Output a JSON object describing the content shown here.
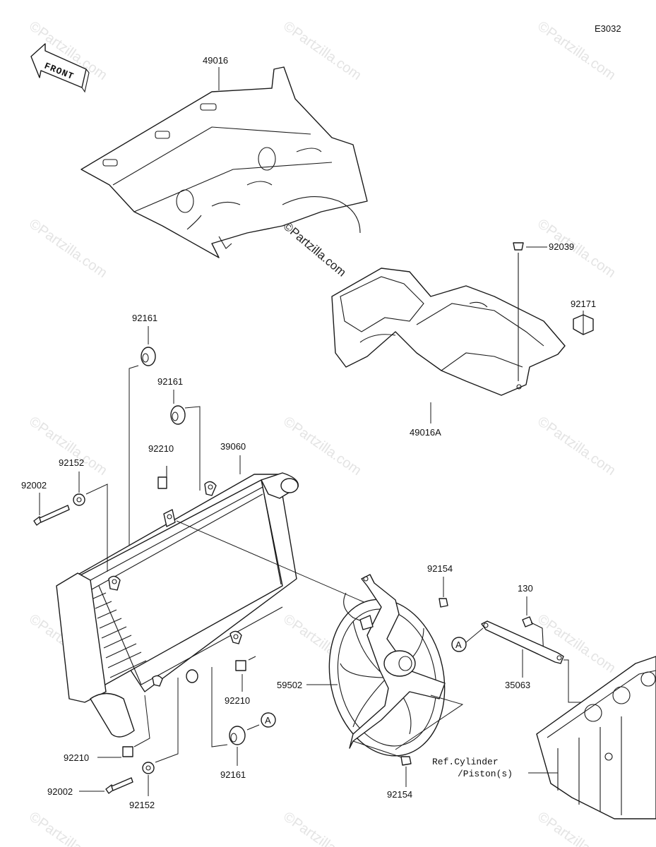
{
  "diagram_code": "E3032",
  "front_arrow_label": "FRONT",
  "watermark": "©Partzilla.com",
  "reference_note": {
    "line1": "Ref.Cylinder",
    "line2": "/Piston(s)"
  },
  "callout_letter": "A",
  "parts": {
    "cover_upper": "49016",
    "cover_lower": "49016A",
    "clip": "92039",
    "clamp": "92171",
    "grommet_top_1": "92161",
    "grommet_top_2": "92161",
    "grommet_bottom": "92161",
    "nut_upper": "92210",
    "nut_lower_right": "92210",
    "nut_lower_left": "92210",
    "radiator": "39060",
    "collar_upper": "92152",
    "collar_lower": "92152",
    "bolt_upper": "92002",
    "bolt_lower": "92002",
    "fan_bolt_upper": "92154",
    "fan_bolt_lower": "92154",
    "fan_assy": "59502",
    "bolt_130": "130",
    "bracket": "35063"
  }
}
